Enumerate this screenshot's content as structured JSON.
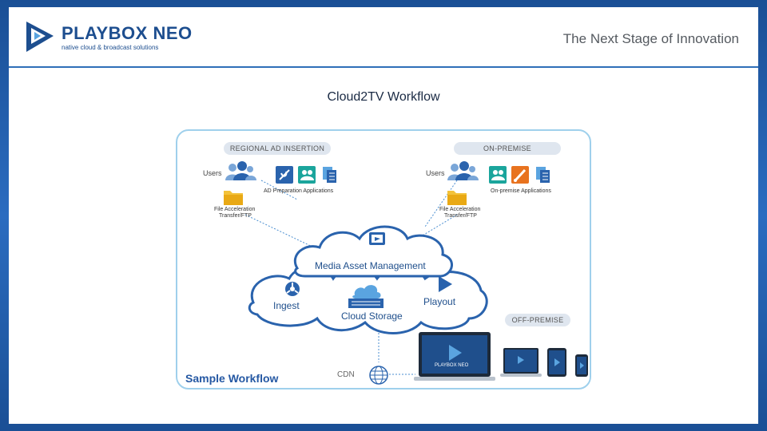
{
  "header": {
    "brand": "PLAYBOX NEO",
    "tagline": "native cloud & broadcast solutions",
    "title": "The Next Stage of Innovation"
  },
  "slide_title": "Cloud2TV Workflow",
  "diagram": {
    "regional": {
      "pill": "REGIONAL AD INSERTION",
      "users": "Users",
      "apps": "AD Preparation Applications",
      "file_transfer_line1": "File Acceleration",
      "file_transfer_line2": "Transfer/FTP"
    },
    "onprem": {
      "pill": "ON-PREMISE",
      "users": "Users",
      "apps": "On-premise Applications",
      "file_transfer_line1": "File Acceleration",
      "file_transfer_line2": "Transfer/FTP"
    },
    "offprem": {
      "pill": "OFF-PREMISE"
    },
    "clouds": {
      "mam": "Media Asset Management",
      "ingest": "Ingest",
      "storage": "Cloud Storage",
      "playout": "Playout"
    },
    "cdn": "CDN",
    "sample": "Sample Workflow",
    "device_brand": "PLAYBOX NEO"
  },
  "colors": {
    "brand_blue": "#1d4e8f",
    "frame_border": "#9fd0ec",
    "cloud_stroke": "#2a63ad",
    "folder": "#f3c23a",
    "paint_icon": "#e8731f"
  }
}
